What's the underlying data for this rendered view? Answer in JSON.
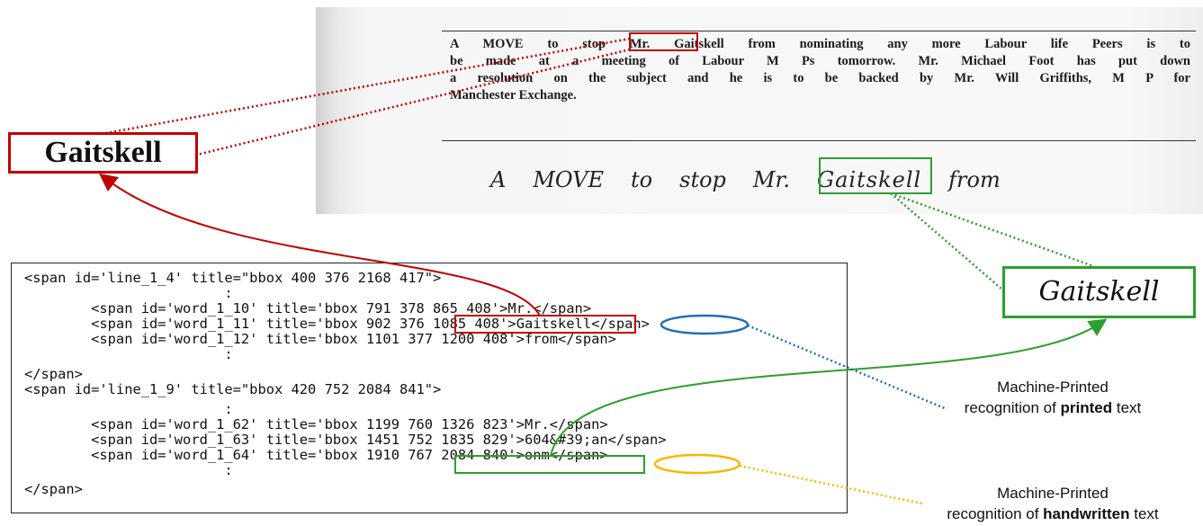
{
  "document": {
    "printed_lines": [
      "A MOVE to stop Mr. Gaitskell from nominating any more Labour life Peers is to",
      "be made at a meeting of Labour M Ps tomorrow. Mr. Michael Foot has put down",
      "a resolution on the subject and he is to be backed by Mr. Will Griffiths, M P for",
      "Manchester Exchange."
    ],
    "handwritten_words": [
      "A",
      "MOVE",
      "to",
      "stop",
      "Mr.",
      "Gaitskell",
      "from"
    ]
  },
  "crop_printed": "Gaitskell",
  "crop_handwritten": "Gaitskell",
  "code_lines": [
    "<span id='line_1_4' title=\"bbox 400 376 2168 417\">",
    "                        :",
    "        <span id='word_1_10' title='bbox 791 378 865 408'>Mr.</span>",
    "        <span id='word_1_11' title='bbox 902 376 1085 408'>Gaitskell</span>",
    "        <span id='word_1_12' title='bbox 1101 377 1200 408'>from</span>",
    "                        :",
    "</span>",
    "<span id='line_1_9' title=\"bbox 420 752 2084 841\">",
    "                        :",
    "        <span id='word_1_62' title='bbox 1199 760 1326 823'>Mr.</span>",
    "        <span id='word_1_63' title='bbox 1451 752 1835 829'>604&#39;an</span>",
    "        <span id='word_1_64' title='bbox 1910 767 2084 840'>onm</span>",
    "                        :",
    "</span>"
  ],
  "captions": {
    "printed": {
      "line1": "Machine-Printed",
      "line2_pre": "recognition of ",
      "line2_bold": "printed",
      "line2_post": " text"
    },
    "handwritten": {
      "line1": "Machine-Printed",
      "line2_pre": "recognition of ",
      "line2_bold": "handwritten",
      "line2_post": " text"
    }
  },
  "colors": {
    "red": "#c00000",
    "green": "#2e9e2e",
    "blue": "#1f6fb5",
    "yellow": "#f5b800"
  }
}
